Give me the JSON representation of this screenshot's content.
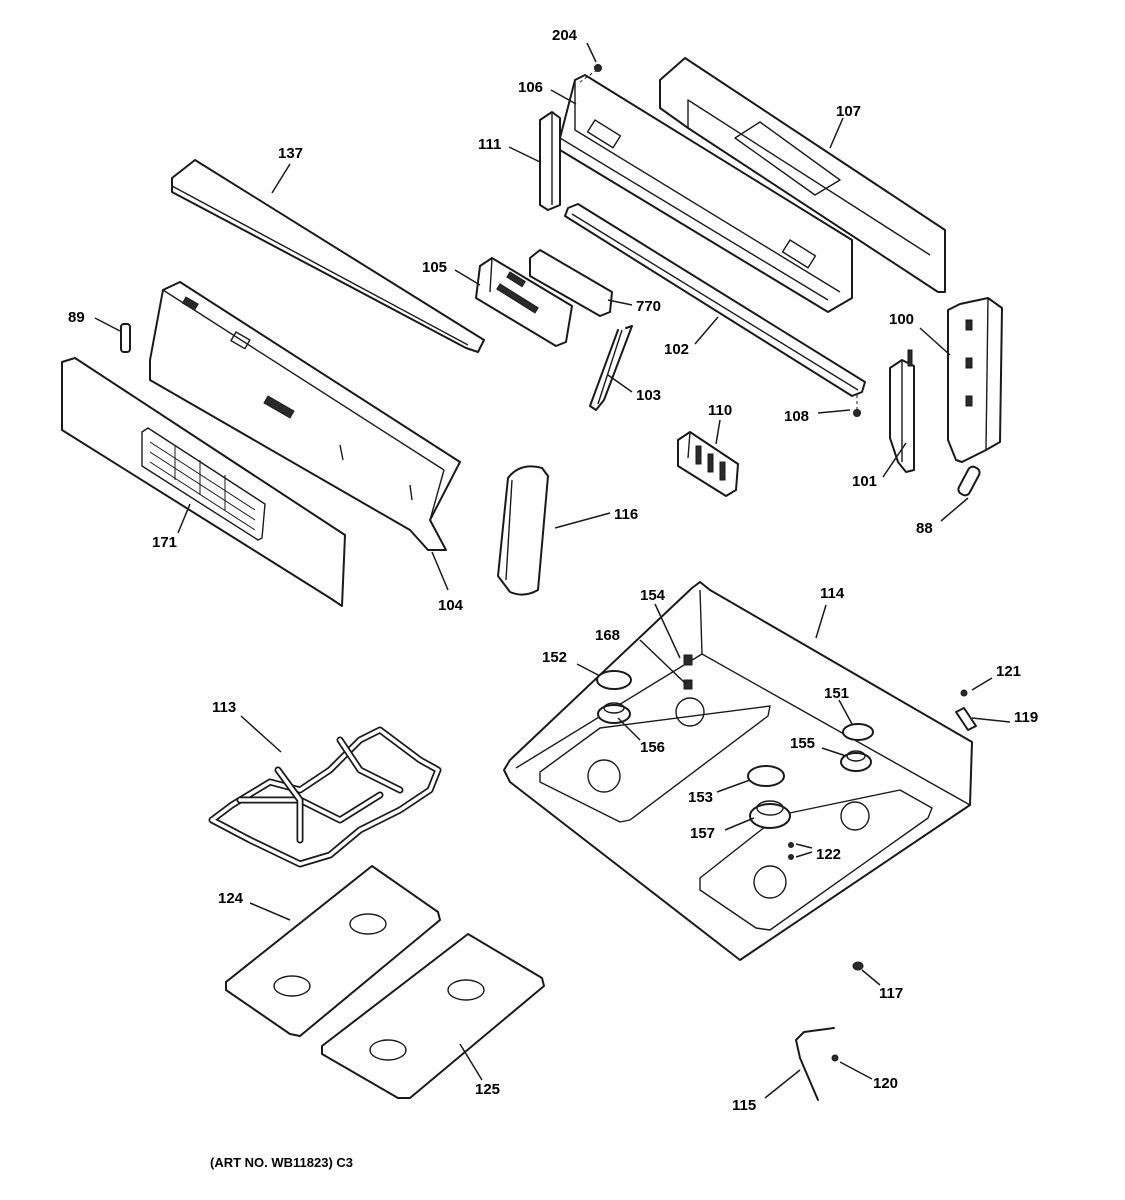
{
  "labels": {
    "l204": "204",
    "l106": "106",
    "l107": "107",
    "l111": "111",
    "l137": "137",
    "l105": "105",
    "l770": "770",
    "l102": "102",
    "l100": "100",
    "l89": "89",
    "l103": "103",
    "l108": "108",
    "l110": "110",
    "l101": "101",
    "l88": "88",
    "l171": "171",
    "l116": "116",
    "l104": "104",
    "l154": "154",
    "l114": "114",
    "l168": "168",
    "l152": "152",
    "l121": "121",
    "l151": "151",
    "l113": "113",
    "l119": "119",
    "l155": "155",
    "l156": "156",
    "l153": "153",
    "l157": "157",
    "l122": "122",
    "l124": "124",
    "l117": "117",
    "l120": "120",
    "l125": "125",
    "l115": "115"
  },
  "caption": "(ART NO. WB11823) C3"
}
